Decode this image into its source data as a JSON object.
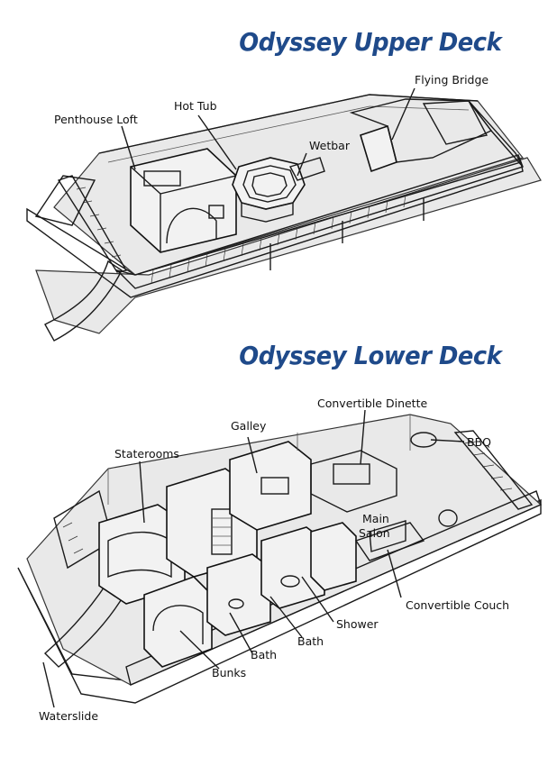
{
  "upper": {
    "title": "Odyssey Upper Deck",
    "labels": {
      "flying_bridge": "Flying Bridge",
      "hot_tub": "Hot Tub",
      "penthouse_loft": "Penthouse Loft",
      "wetbar": "Wetbar"
    }
  },
  "lower": {
    "title": "Odyssey Lower Deck",
    "labels": {
      "convertible_dinette": "Convertible Dinette",
      "galley": "Galley",
      "bbq": "BBQ",
      "staterooms": "Staterooms",
      "main_salon_1": "Main",
      "main_salon_2": "Salon",
      "convertible_couch": "Convertible Couch",
      "shower": "Shower",
      "bath_1": "Bath",
      "bath_2": "Bath",
      "bunks": "Bunks",
      "waterslide": "Waterslide"
    }
  },
  "colors": {
    "title": "#1f4a8a"
  }
}
